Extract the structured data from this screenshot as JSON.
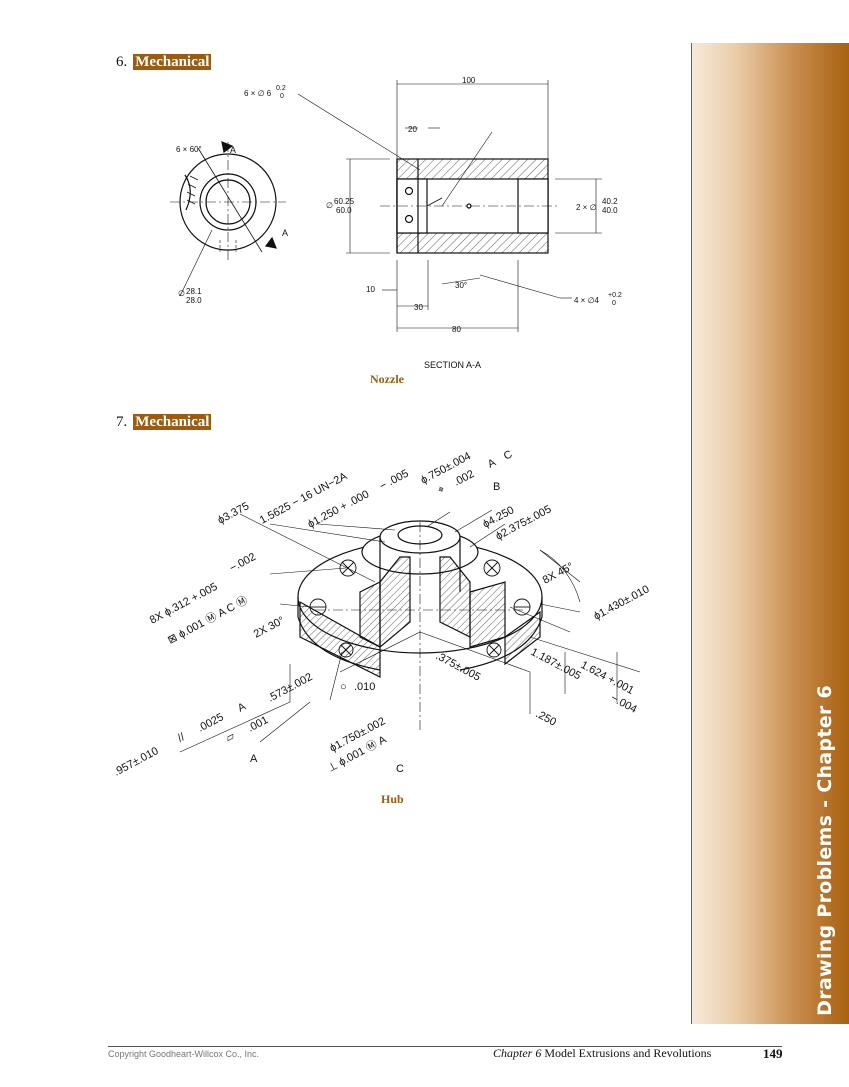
{
  "sidebar": {
    "title": "Drawing Problems - Chapter 6"
  },
  "problems": [
    {
      "number": "6.",
      "tag": "Mechanical",
      "caption": "Nozzle"
    },
    {
      "number": "7.",
      "tag": "Mechanical",
      "caption": "Hub"
    }
  ],
  "nozzle": {
    "holes": "6 × ∅ 6",
    "holes_tol_hi": "0.2",
    "holes_tol_lo": "0",
    "dim_100": "100",
    "dim_20": "20",
    "angle_60": "6 × 60°",
    "section_mark": "A",
    "dia_outer_hi": "60.25",
    "dia_outer_lo": "60.0",
    "dia_outer_prefix": "∅",
    "bore_prefix": "2 × ∅",
    "bore_hi": "40.2",
    "bore_lo": "40.0",
    "dia_inner_prefix": "∅",
    "dia_inner_hi": "28.1",
    "dia_inner_lo": "28.0",
    "dim_10": "10",
    "dim_30a": "30",
    "angle_30": "30°",
    "dim_80": "80",
    "small_holes": "4 × ∅4",
    "small_tol_hi": "+0.2",
    "small_tol_lo": "0",
    "section_label": "SECTION A-A"
  },
  "hub": {
    "d3375": "ϕ3.375",
    "thread": "1.5625 − 16 UN−2A",
    "d1250": "ϕ1.250 + .000",
    "d1250_lo": "− .005",
    "d750": "ϕ.750±.004",
    "fcf_top": ".002",
    "fcf_top_sym": "⌖",
    "fcf_top_a": "A",
    "fcf_top_c": "C",
    "datum_b": "B",
    "d4250": "ϕ4.250",
    "d2375": "ϕ2.375±.005",
    "angle": "8X 45°",
    "holes": "8X ϕ.312 +.005",
    "holes_lo": "−.002",
    "fcf_holes": "⊠ ϕ.001 Ⓜ A C Ⓜ",
    "x30": "2X 30°",
    "d1430": "ϕ1.430±.010",
    "d1624": "1.624 +.001",
    "d1624_lo": "−.004",
    "d1187": "1.187±.005",
    "d375": ".375±.005",
    "d250": ".250",
    "circ": "○",
    "circ_val": ".010",
    "d573": ".573±.002",
    "par_sym": "//",
    "par_val": ".0025",
    "par_a": "A",
    "flat_sym": "▱",
    "flat_val": ".001",
    "datum_a": "A",
    "d957": ".957±.010",
    "d1750": "ϕ1.750±.002",
    "perp": "⊥ ϕ.001 Ⓜ A",
    "datum_c": "C"
  },
  "footer": {
    "copyright": "Copyright Goodheart-Willcox Co., Inc.",
    "chapter": "Chapter 6",
    "chapter_title": "Model Extrusions and Revolutions",
    "page": "149"
  }
}
